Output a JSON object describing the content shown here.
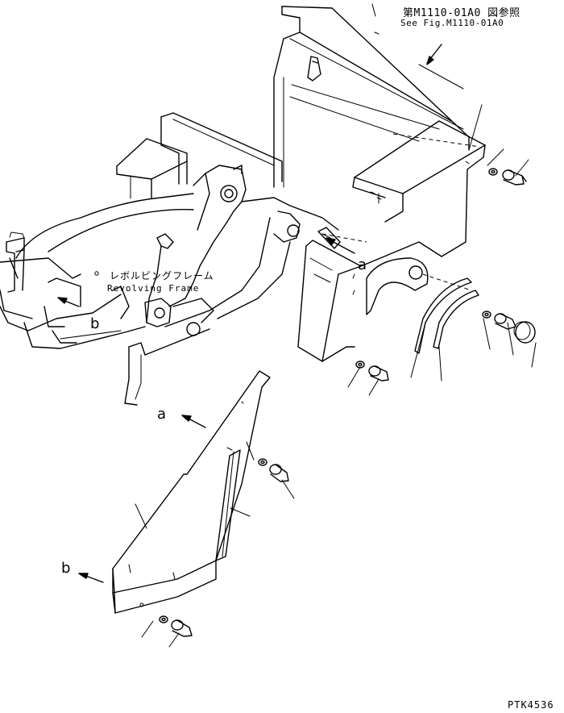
{
  "reference": {
    "japanese": "第M1110-01A0 図参照",
    "english": "See Fig.M1110-01A0"
  },
  "revolving_frame": {
    "japanese": "レボルビングフレーム",
    "english": "Revolving Frame"
  },
  "view_markers": {
    "a_upper": "a",
    "b_upper": "b",
    "a_lower": "a",
    "b_lower": "b"
  },
  "drawing_code": "PTK4536"
}
